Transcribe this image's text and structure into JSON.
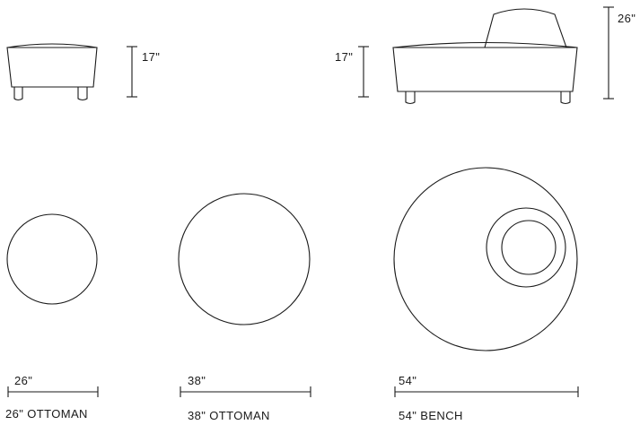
{
  "items": [
    {
      "name": "26\" OTTOMAN",
      "width": "26\"",
      "height": "17\""
    },
    {
      "name": "38\" OTTOMAN",
      "width": "38\""
    },
    {
      "name": "54\" BENCH",
      "width": "54\"",
      "height": "17\"",
      "back_height": "26\""
    }
  ],
  "colors": {
    "line": "#1a1a1a",
    "background": "#ffffff"
  }
}
